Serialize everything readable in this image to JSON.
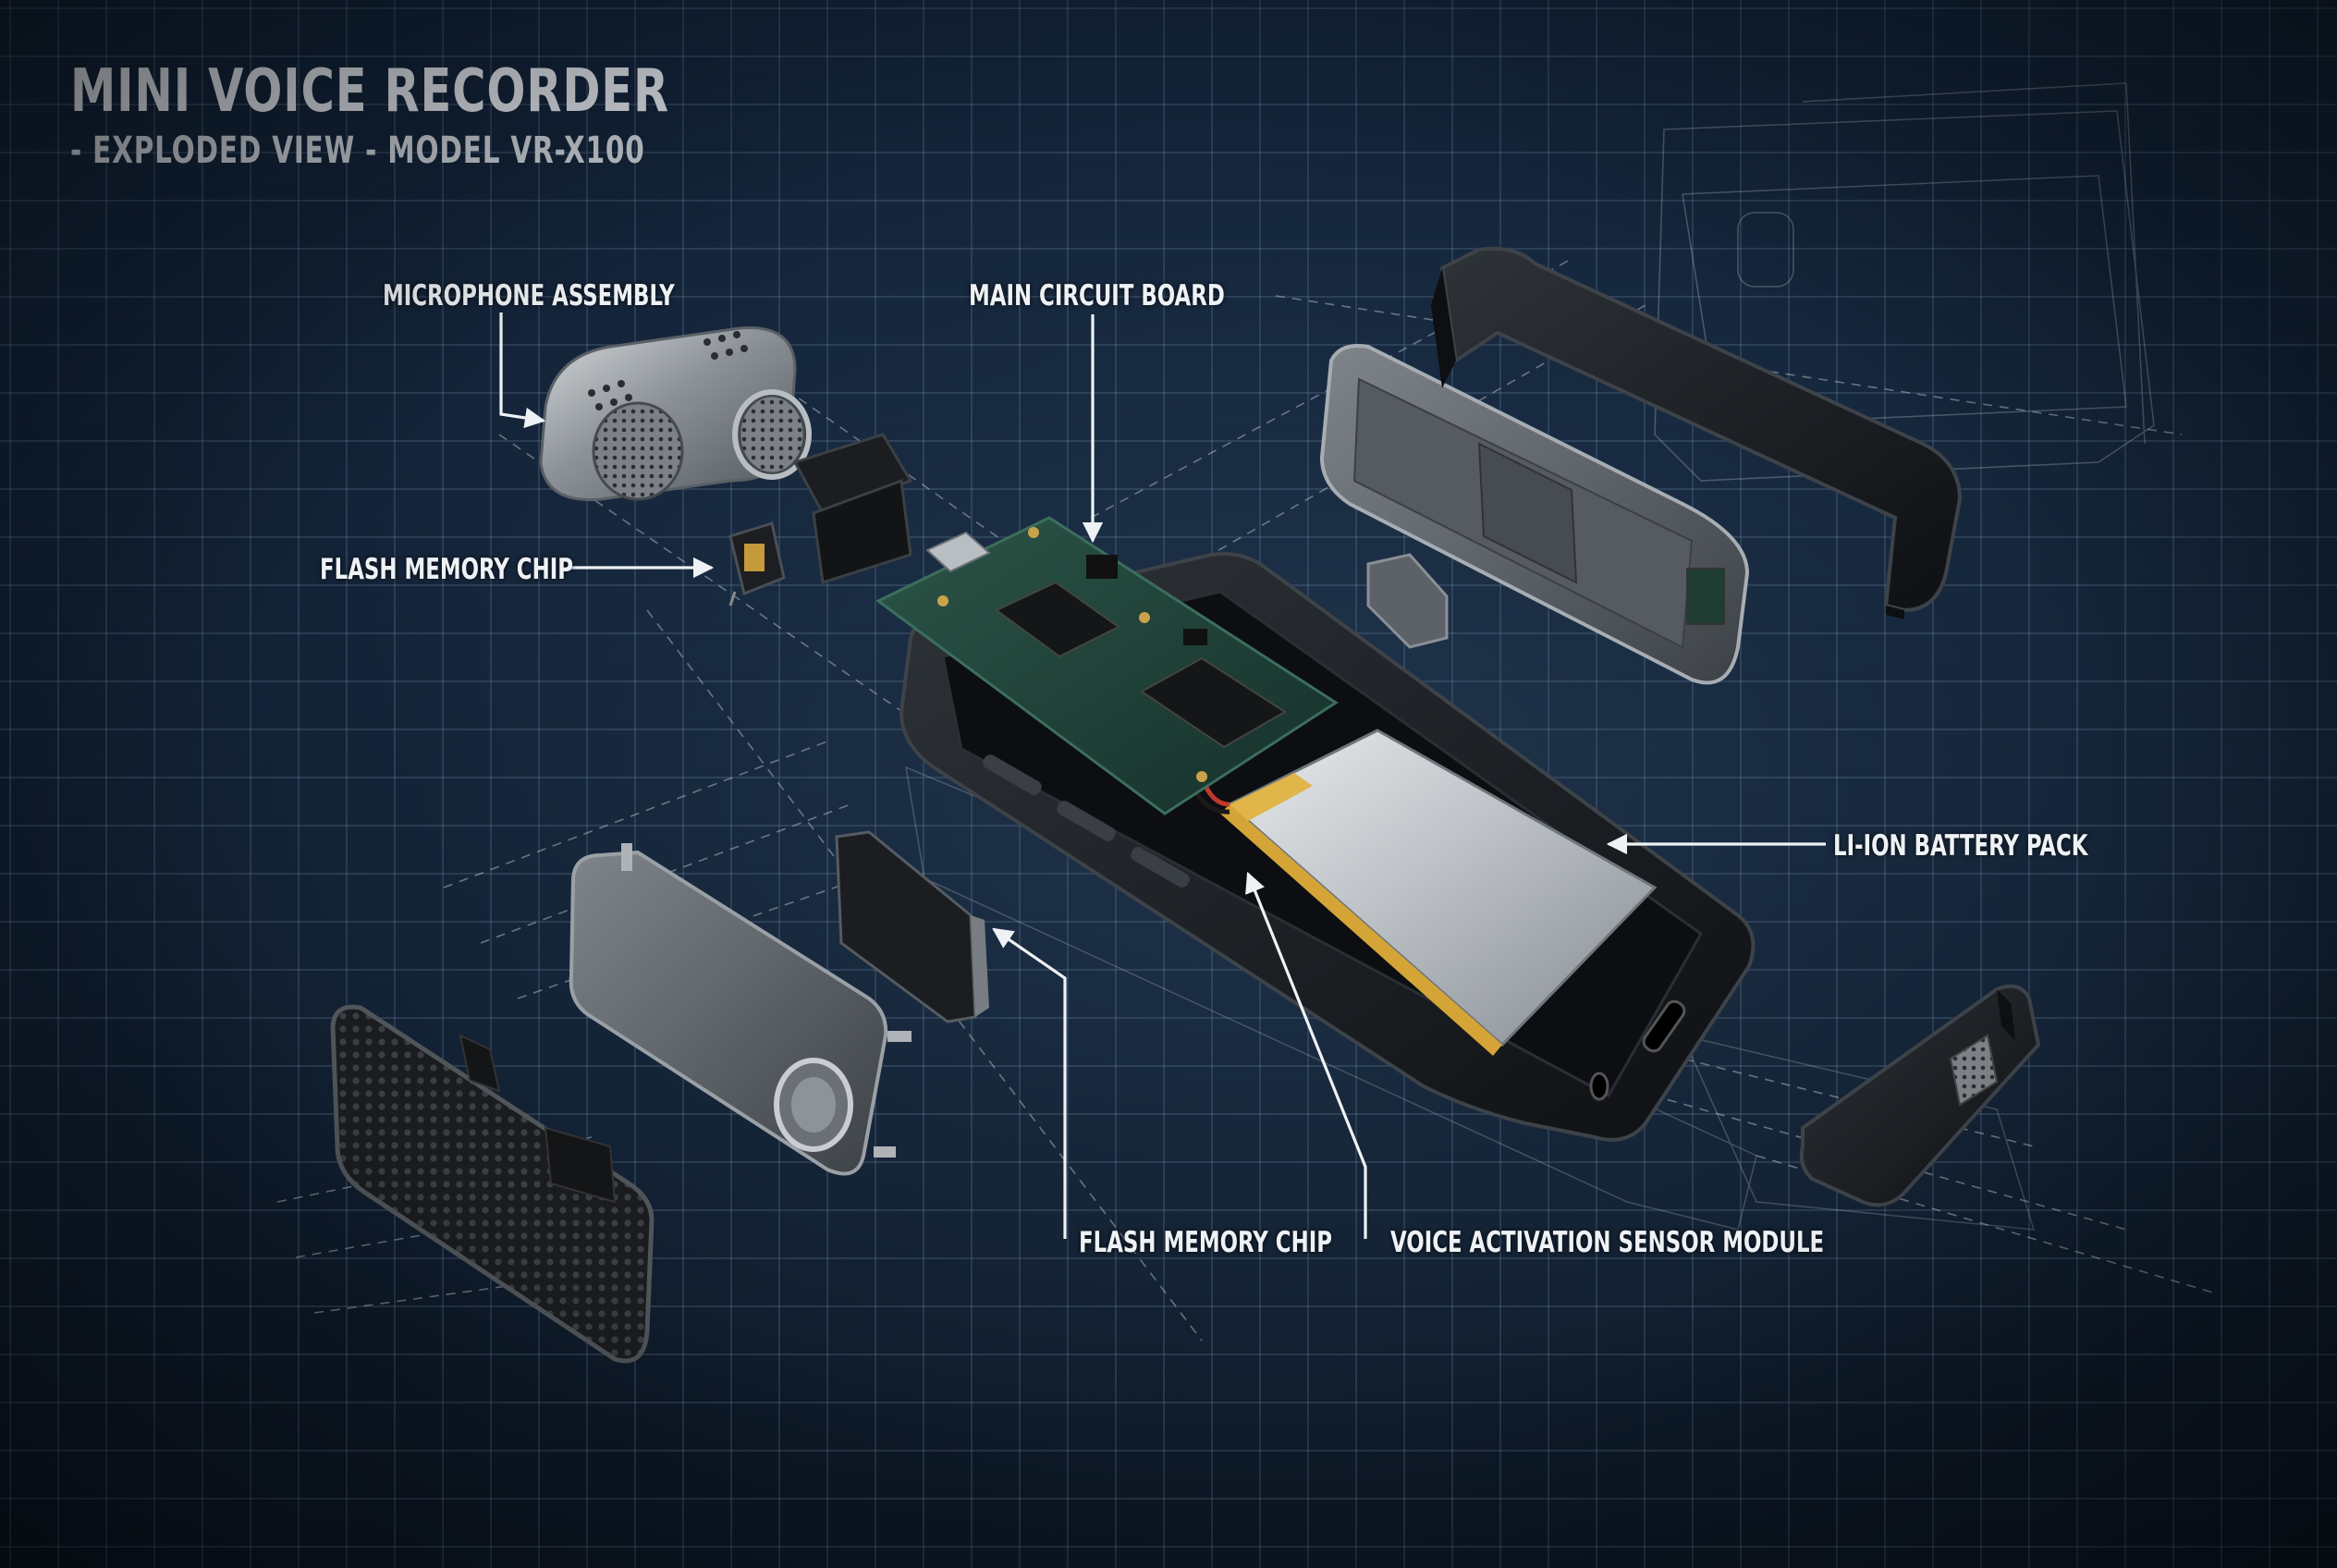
{
  "header": {
    "title": "MINI VOICE RECORDER",
    "subtitle": "- EXPLODED VIEW - MODEL VR-X100"
  },
  "callouts": {
    "microphone_assembly": "MICROPHONE ASSEMBLY",
    "main_circuit_board": "MAIN CIRCUIT BOARD",
    "flash_memory_chip_top": "FLASH MEMORY CHIP",
    "li_ion_battery_pack": "LI-ION BATTERY PACK",
    "flash_memory_chip_bottom": "FLASH MEMORY CHIP",
    "voice_activation_sensor_module": "VOICE ACTIVATION SENSOR MODULE"
  },
  "colors": {
    "background": "#0f1c2b",
    "grid": "#5a7896",
    "label": "#eef2f5",
    "metal": "#9aa0a6",
    "housing": "#1c1f23",
    "pcb": "#1d3d35",
    "battery": "#c9cdd1",
    "battery_wrap": "#d4a536"
  }
}
